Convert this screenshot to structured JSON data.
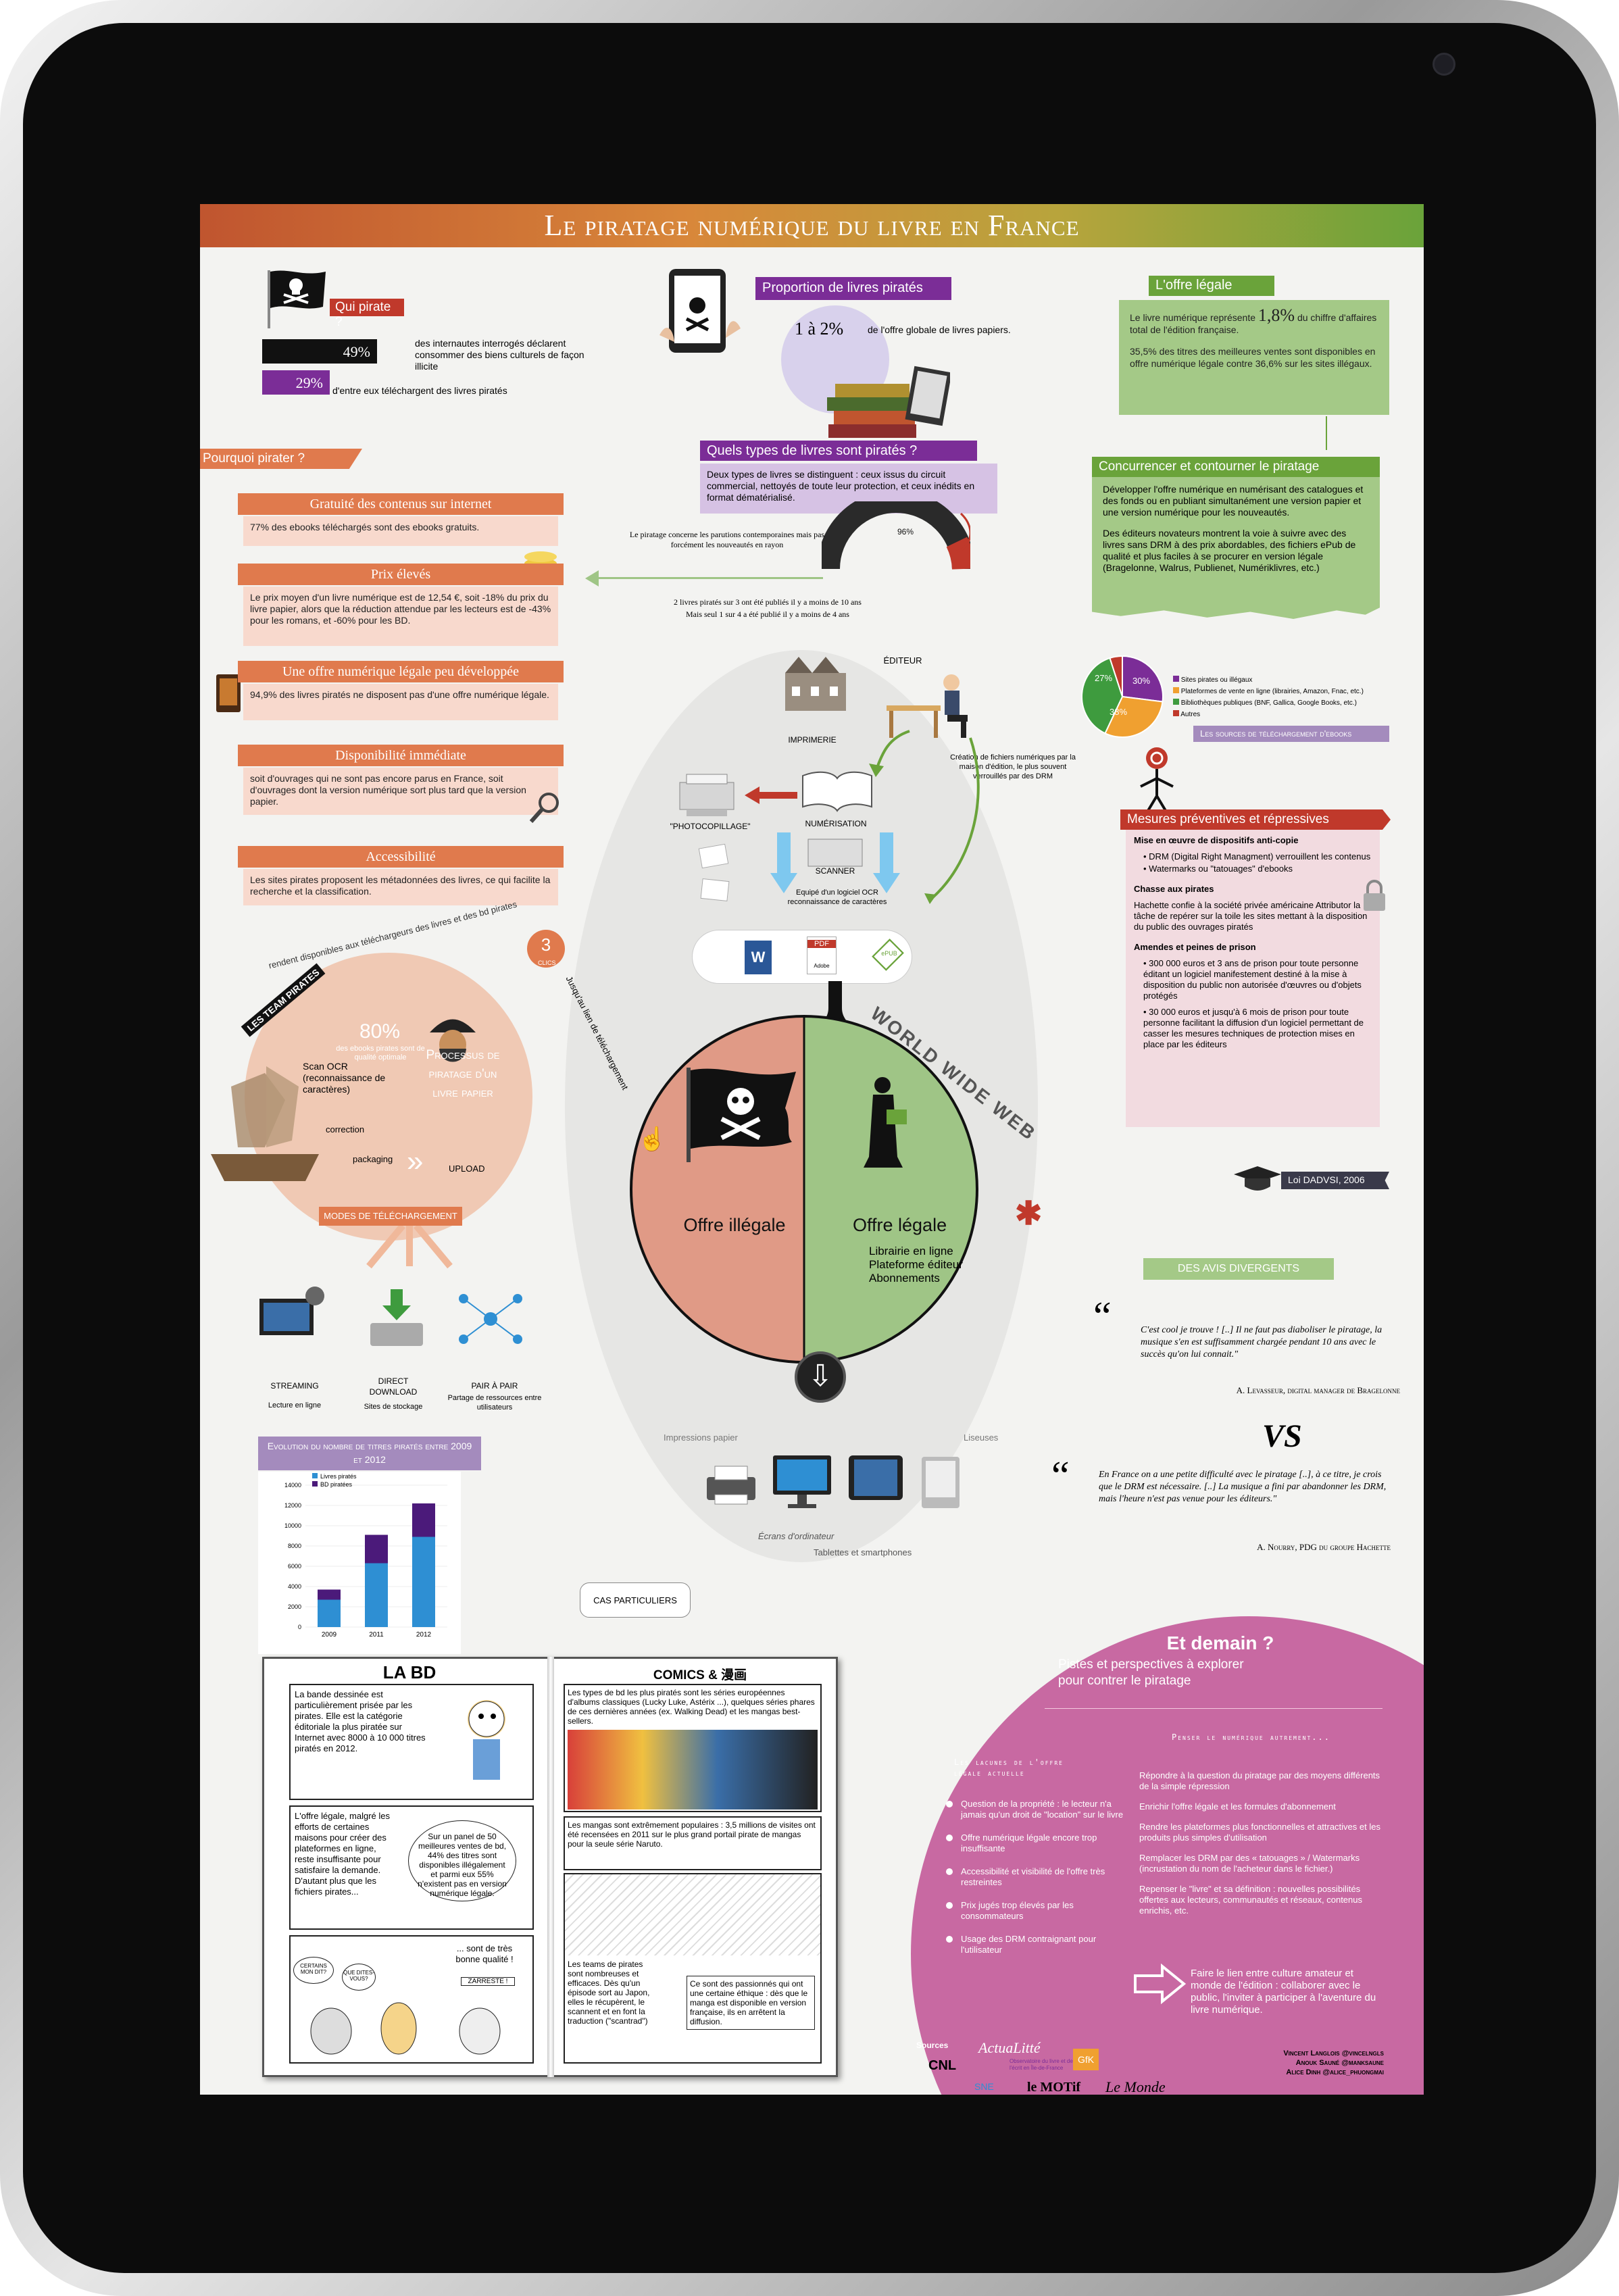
{
  "colors": {
    "orange": "#e07a4d",
    "pink": "#f8d9cd",
    "purple": "#7b2d97",
    "green": "#8fbb6d",
    "red": "#c0392b",
    "magenta": "#c869a2"
  },
  "title": "Le piratage numérique du livre en France",
  "qui_pirate": {
    "heading": "Qui pirate ?",
    "stat1": "49%",
    "stat1_text": "des internautes interrogés déclarent consommer des biens culturels de façon illicite",
    "stat2": "29%",
    "stat2_text": "d'entre eux téléchargent des livres piratés"
  },
  "proportion": {
    "heading": "Proportion de livres piratés",
    "value": "1 à 2%",
    "text": "de l'offre globale de livres papiers."
  },
  "offre_legale": {
    "heading": "L'offre légale",
    "p1a": "Le livre numérique représente",
    "p1b": "1,8%",
    "p1c": "du chiffre d'affaires total de l'édition française.",
    "p2": "35,5% des titres des meilleures ventes sont disponibles en offre numérique légale contre 36,6% sur les sites illégaux."
  },
  "quels_types": {
    "heading": "Quels types de livres sont piratés ?",
    "text": "Deux types de livres se distinguent : ceux issus du circuit commercial, nettoyés de toute leur protection, et ceux inédits en format dématérialisé.",
    "gauge": "96%",
    "note1": "Le piratage concerne les parutions contemporaines mais pas forcément les nouveautés en rayon",
    "note2": "2 livres piratés sur 3 ont été publiés il y a moins de 10 ans",
    "note3": "Mais seul 1 sur 4 a été publié il y a moins de 4 ans"
  },
  "concurrencer": {
    "heading": "Concurrencer et contourner le piratage",
    "p1": "Développer l'offre numérique en numérisant des catalogues et des fonds ou en publiant simultanément une version papier et une version numérique pour les nouveautés.",
    "p2": "Des éditeurs novateurs montrent la voie à suivre avec des livres sans DRM à des prix abordables, des fichiers ePub de qualité et plus faciles à se procurer en version légale (Bragelonne, Walrus, Publienet, Numériklivres, etc.)"
  },
  "pourquoi": {
    "heading": "Pourquoi pirater ?",
    "items": [
      {
        "title": "Gratuité des contenus sur internet",
        "text": "77% des ebooks téléchargés sont des ebooks gratuits."
      },
      {
        "title": "Prix élevés",
        "text": "Le prix moyen d'un livre numérique est de 12,54 €, soit -18% du prix du livre papier, alors que la réduction attendue par les lecteurs est de -43% pour les romans, et -60% pour les BD."
      },
      {
        "title": "Une offre numérique légale peu développée",
        "text": "94,9% des livres piratés ne disposent pas d'une offre numérique légale."
      },
      {
        "title": "Disponibilité immédiate",
        "text": "soit d'ouvrages qui ne sont pas encore parus en France, soit d'ouvrages dont la version numérique sort plus tard que la version papier."
      },
      {
        "title": "Accessibilité",
        "text": "Les sites pirates proposent les métadonnées des livres, ce qui facilite la recherche et la classification."
      }
    ]
  },
  "team": {
    "label": "LES TEAM PIRATES",
    "arc": "rendent disponibles aux téléchargeurs des livres et des bd pirates",
    "pct": "80%",
    "pct_text": "des ebooks pirates sont de qualité optimale",
    "process": "Processus de piratage d'un livre papier",
    "steps": [
      "Scan OCR (reconnaissance de caractères)",
      "correction",
      "packaging",
      "UPLOAD"
    ],
    "clics": "3",
    "clics_label": "CLICS",
    "link": "Jusqu'au lien de téléchargement"
  },
  "chain": {
    "editeur": "ÉDITEUR",
    "imprimerie": "IMPRIMERIE",
    "creation": "Création de fichiers numériques par la maison d'édition, le plus souvent verrouillés par des DRM",
    "photocopillage": "\"PHOTOCOPILLAGE\"",
    "numerisation": "NUMÉRISATION",
    "scanner": "SCANNER",
    "ocr": "Equipé d'un logiciel OCR reconnaissance de caractères",
    "www": "WORLD WIDE WEB",
    "illegale": "Offre illégale",
    "legale": "Offre légale",
    "legale_items": [
      "Librairie en ligne",
      "Plateforme éditeur",
      "Abonnements"
    ],
    "devices": {
      "impressions": "Impressions papier",
      "liseuses": "Liseuses",
      "ecrans": "Écrans d'ordinateur",
      "tablettes": "Tablettes et smartphones"
    }
  },
  "pie": {
    "caption": "Les sources de téléchargement d'ebooks",
    "slices": [
      {
        "label": "Sites pirates ou illégaux",
        "value": 27,
        "color": "#7b2d97"
      },
      {
        "label": "Plateformes de vente en ligne (librairies, Amazon, Fnac, etc.)",
        "value": 30,
        "color": "#f0a030"
      },
      {
        "label": "Bibliothèques publiques (BNF, Gallica, Google Books, etc.)",
        "value": 38,
        "color": "#3e9b3e"
      },
      {
        "label": "Autres",
        "value": 5,
        "color": "#c0392b"
      }
    ],
    "labels": [
      "27%",
      "30%",
      "38%"
    ]
  },
  "mesures": {
    "heading": "Mesures préventives et répressives",
    "s1": "Mise en œuvre de dispositifs anti-copie",
    "s1_items": [
      "DRM (Digital Right Managment) verrouillent les contenus",
      "Watermarks ou \"tatouages\" d'ebooks"
    ],
    "s2": "Chasse aux pirates",
    "s2_text": "Hachette confie à la société privée américaine Attributor la tâche de repérer sur la toile les sites mettant à la disposition du public des ouvrages piratés",
    "s3": "Amendes et peines de prison",
    "s3_items": [
      "300 000 euros et 3 ans de prison pour toute personne éditant un logiciel manifestement destiné à la mise à disposition du public non autorisée d'œuvres ou d'objets protégés",
      "30 000 euros et jusqu'à 6 mois de prison pour toute personne facilitant la diffusion d'un logiciel permettant de casser les mesures techniques de protection mises en place par les éditeurs"
    ],
    "loi": "Loi DADVSI, 2006"
  },
  "avis": {
    "heading": "DES AVIS DIVERGENTS",
    "q1": "C'est cool je trouve ! [..] Il ne faut pas diaboliser le piratage, la musique s'en est suffisamment chargée pendant 10 ans avec le succès qu'on lui connait.\"",
    "a1": "A. Levasseur, digital manager de Bragelonne",
    "vs": "VS",
    "q2": "En France on a une petite difficulté avec le piratage [..], à ce titre, je crois que le DRM est nécessaire. [..] La musique a fini par abandonner les DRM, mais l'heure n'est pas venue pour les éditeurs.\"",
    "a2": "A. Nourry, PDG du groupe Hachette"
  },
  "modes": {
    "heading": "MODES DE TÉLÉCHARGEMENT",
    "items": [
      {
        "t": "STREAMING",
        "s": "Lecture en ligne"
      },
      {
        "t": "DIRECT DOWNLOAD",
        "s": "Sites de stockage"
      },
      {
        "t": "PAIR À PAIR",
        "s": "Partage de ressources entre utilisateurs"
      }
    ]
  },
  "evolution": {
    "heading": "Evolution du nombre de titres piratés entre 2009 et 2012",
    "cas": "CAS PARTICULIERS"
  },
  "chart_data": {
    "type": "bar",
    "stacked": true,
    "categories": [
      "2009",
      "2011",
      "2012"
    ],
    "series": [
      {
        "name": "Livres piratés",
        "values": [
          2700,
          6300,
          8900
        ],
        "color": "#2e8fd3"
      },
      {
        "name": "BD piratées",
        "values": [
          1000,
          2800,
          3300
        ],
        "color": "#4b1a7a"
      }
    ],
    "ylim": [
      0,
      14000
    ],
    "yticks": [
      "0",
      "2000",
      "4000",
      "6000",
      "8000",
      "10000",
      "12000",
      "14000"
    ]
  },
  "bd": {
    "title": "LA BD",
    "p1": "La bande dessinée est particulièrement prisée par les pirates. Elle est la catégorie éditoriale la plus piratée sur Internet avec 8000 à 10 000 titres piratés en 2012.",
    "p2": "L'offre légale, malgré les efforts de certaines maisons pour créer des plateformes en ligne, reste insuffisante pour satisfaire la demande. D'autant plus que les fichiers pirates...",
    "p3": "Sur un panel de 50 meilleures ventes de bd, 44% des titres sont disponibles illégalement et parmi eux 55% n'existent pas en version numérique légale.",
    "p4": "... sont de très bonne qualité !",
    "p5": "CERTAINS MON DIT?",
    "p6": "QUE DITES-VOUS?",
    "p7": "ZARRESTE !"
  },
  "comics": {
    "title": "COMICS & 漫画",
    "p1": "Les types de bd les plus piratés sont les séries européennes d'albums classiques (Lucky Luke, Astérix ...), quelques séries phares de ces dernières années (ex. Walking Dead) et les mangas best-sellers.",
    "p2": "Les mangas sont extrêmement populaires : 3,5 millions de visites ont été recensées en 2011 sur le plus grand portail pirate de mangas pour la seule série Naruto.",
    "p3": "Les teams de pirates sont nombreuses et efficaces. Dès qu'un épisode sort au Japon, elles le récupèrent, le scannent et en font la traduction (\"scantrad\")",
    "p4": "Ce sont des passionnés qui ont une certaine éthique : dès que le manga est disponible en version française, ils en arrêtent la diffusion."
  },
  "demain": {
    "title": "Et demain ?",
    "subtitle": "Pistes et perspectives à explorer pour contrer le piratage",
    "lacunes_heading": "Les lacunes de l'offre légale actuelle",
    "lacunes": [
      "Question de la propriété : le lecteur n'a jamais qu'un droit de \"location\" sur le livre",
      "Offre numérique légale encore trop insuffisante",
      "Accessibilité et visibilité de l'offre très restreintes",
      "Prix jugés trop élevés par les consommateurs",
      "Usage des DRM contraignant pour l'utilisateur"
    ],
    "penser_heading": "Penser le numérique autrement...",
    "penser": [
      "Répondre à la question du piratage par des moyens différents de la simple répression",
      "Enrichir l'offre légale et les formules d'abonnement",
      "Rendre les plateformes plus fonctionnelles et attractives et les produits plus simples d'utilisation",
      "Remplacer les DRM par des « tatouages » / Watermarks (incrustation du nom de l'acheteur dans le fichier.)",
      "Repenser le \"livre\" et sa définition : nouvelles possibilités offertes aux lecteurs, communautés et réseaux, contenus enrichis, etc."
    ],
    "final": "Faire le lien entre culture amateur et monde de l'édition : collaborer avec le public, l'inviter à participer à l'aventure du livre numérique."
  },
  "sources": {
    "label": "Sources",
    "logos": [
      "CNL",
      "ActuaLitté",
      "SNE",
      "GfK",
      "le MOTif",
      "Le Monde"
    ],
    "obs": "Observatoire du livre et de l'écrit en Île-de-France"
  },
  "credits": [
    "Vincent Langlois @vincelngls",
    "Anouk Sauné @manksaune",
    "Alice Dinh @alice_phuongmai"
  ],
  "file_labels": [
    "W",
    "PDF",
    "ePUB"
  ],
  "adobe": "Adobe"
}
